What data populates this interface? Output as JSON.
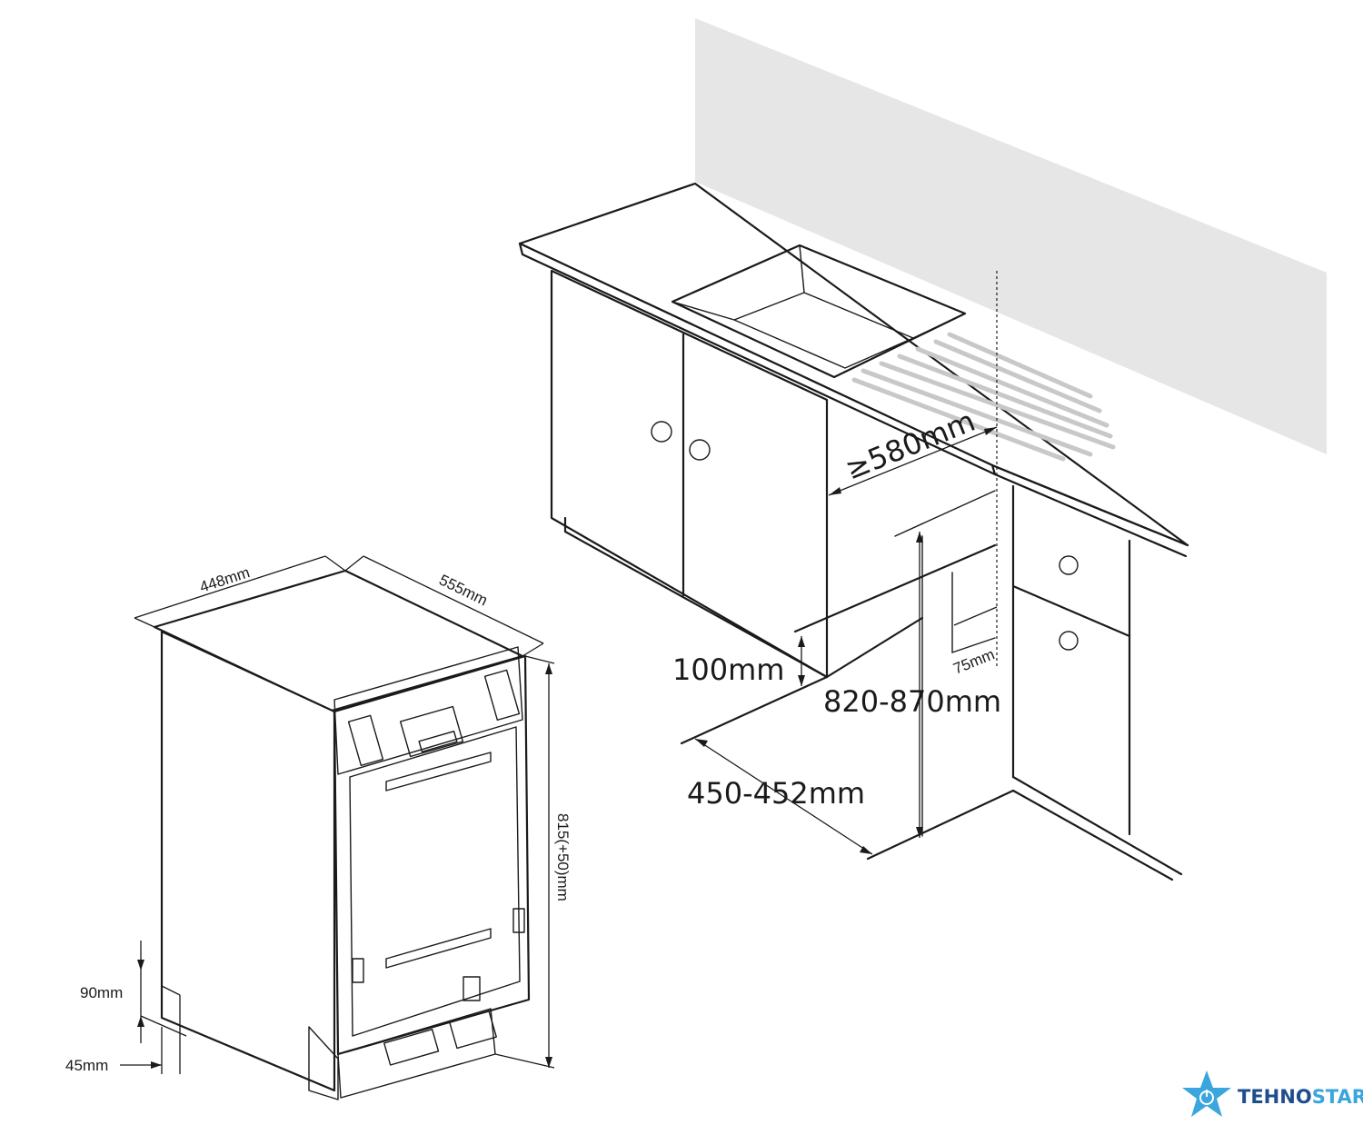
{
  "kitchen": {
    "width_label": "≥580mm",
    "plinth_label": "100mm",
    "height_label": "820-870mm",
    "depth_label": "450-452mm",
    "offset_label": "75mm"
  },
  "dishwasher": {
    "width_label": "448mm",
    "depth_label": "555mm",
    "height_label": "815(+50)mm",
    "foot_height_label": "90mm",
    "foot_depth_label": "45mm"
  },
  "logo": {
    "text_part1": "TEHNO",
    "text_part2": "STAR",
    "color_primary": "#1f4e8c",
    "color_accent": "#3aa6dd",
    "icon": "star-power-icon"
  }
}
